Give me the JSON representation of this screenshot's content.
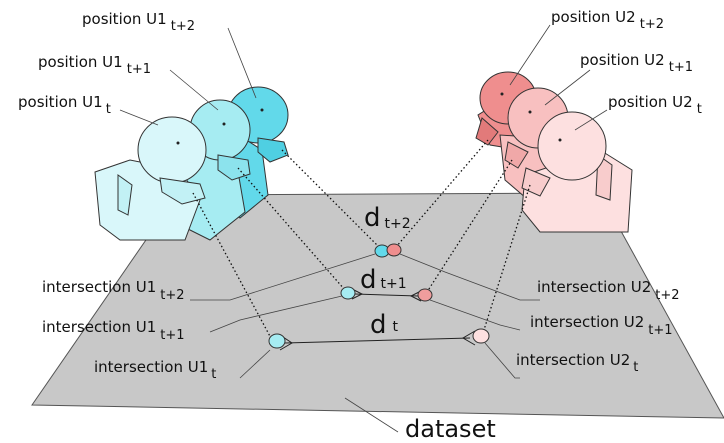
{
  "labels": {
    "pos_u1_t": {
      "base": "position U1",
      "sub": "t"
    },
    "pos_u1_t1": {
      "base": "position U1",
      "sub": "t+1"
    },
    "pos_u1_t2": {
      "base": "position U1",
      "sub": "t+2"
    },
    "pos_u2_t": {
      "base": "position U2",
      "sub": "t"
    },
    "pos_u2_t1": {
      "base": "position U2",
      "sub": "t+1"
    },
    "pos_u2_t2": {
      "base": "position U2",
      "sub": "t+2"
    },
    "int_u1_t": {
      "base": "intersection U1",
      "sub": "t"
    },
    "int_u1_t1": {
      "base": "intersection U1",
      "sub": "t+1"
    },
    "int_u1_t2": {
      "base": "intersection U1",
      "sub": "t+2"
    },
    "int_u2_t": {
      "base": "intersection U2",
      "sub": "t"
    },
    "int_u2_t1": {
      "base": "intersection U2",
      "sub": "t+1"
    },
    "int_u2_t2": {
      "base": "intersection U2",
      "sub": "t+2"
    },
    "d_t": {
      "base": "d",
      "sub": "t"
    },
    "d_t1": {
      "base": "d",
      "sub": "t+1"
    },
    "d_t2": {
      "base": "d",
      "sub": "t+2"
    },
    "dataset": "dataset"
  },
  "colors": {
    "plane": "#c8c8c8",
    "u1_t": "#d9f7fa",
    "u1_t1": "#a6ecf2",
    "u1_t2": "#62d9ea",
    "u2_t": "#fde0e0",
    "u2_t1": "#f8c0c0",
    "u2_t2": "#ef8e8e"
  }
}
